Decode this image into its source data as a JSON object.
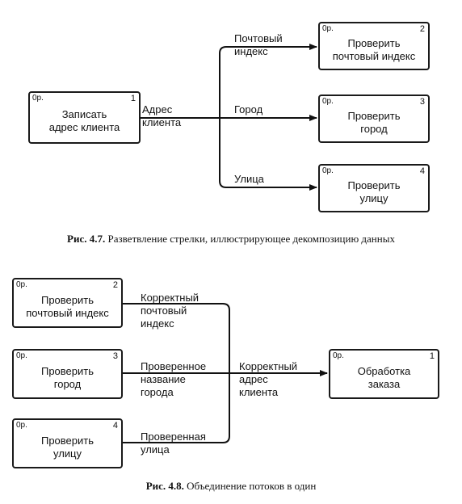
{
  "figure1": {
    "boxes": [
      {
        "op": "0р.",
        "num": "1",
        "title": "Записать\nадрес клиента"
      },
      {
        "op": "0р.",
        "num": "2",
        "title": "Проверить\nпочтовый индекс"
      },
      {
        "op": "0р.",
        "num": "3",
        "title": "Проверить\nгород"
      },
      {
        "op": "0р.",
        "num": "4",
        "title": "Проверить\nулицу"
      }
    ],
    "labels": {
      "address": "Адрес\nклиента",
      "postal": "Почтовый\nиндекс",
      "city": "Город",
      "street": "Улица"
    },
    "caption": {
      "prefix": "Рис. 4.7.",
      "text": " Разветвление стрелки, иллюстрирующее декомпозицию данных"
    }
  },
  "figure2": {
    "boxes": [
      {
        "op": "0р.",
        "num": "2",
        "title": "Проверить\nпочтовый индекс"
      },
      {
        "op": "0р.",
        "num": "3",
        "title": "Проверить\nгород"
      },
      {
        "op": "0р.",
        "num": "4",
        "title": "Проверить\nулицу"
      },
      {
        "op": "0р.",
        "num": "1",
        "title": "Обработка\nзаказа"
      }
    ],
    "labels": {
      "postal_ok": "Корректный\nпочтовый\nиндекс",
      "city_checked": "Проверенное\nназвание\nгорода",
      "street_checked": "Проверенная\nулица",
      "address_ok": "Корректный\nадрес\nклиента"
    },
    "caption": {
      "prefix": "Рис. 4.8.",
      "text": " Объединение потоков в один"
    }
  }
}
